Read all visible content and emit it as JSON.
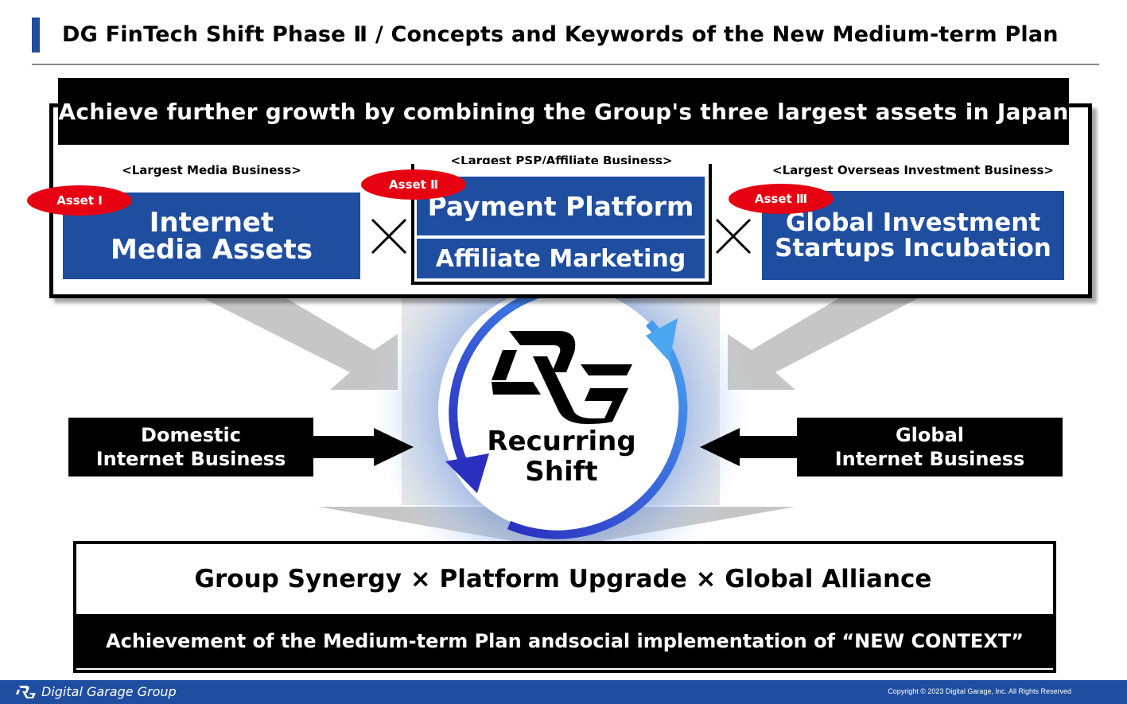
{
  "header": {
    "title": "DG FinTech Shift Phase Ⅱ / Concepts and Keywords of the New Medium-term Plan"
  },
  "top_section": {
    "banner": "Achieve further growth by combining the Group's three largest assets in Japan",
    "assets": [
      {
        "badge": "Asset Ⅰ",
        "category": "<Largest Media Business>",
        "line1": "Internet",
        "line2": "Media Assets"
      },
      {
        "badge": "Asset Ⅱ",
        "category": "<Largest PSP/Affiliate Business>",
        "line1": "Payment Platform",
        "line2": "Affiliate Marketing"
      },
      {
        "badge": "Asset Ⅲ",
        "category": "<Largest Overseas Investment Business>",
        "line1": "Global Investment",
        "line2": "Startups Incubation"
      }
    ],
    "multiply_symbol": "×"
  },
  "center": {
    "logo_icon": "dg-logo-icon",
    "line1": "Recurring",
    "line2": "Shift",
    "colors": {
      "ring_dark": "#2b2fc0",
      "ring_light": "#4aa6f0",
      "glow": "#5f8de8"
    }
  },
  "side_boxes": {
    "left": {
      "line1": "Domestic",
      "line2": "Internet Business"
    },
    "right": {
      "line1": "Global",
      "line2": "Internet Business"
    }
  },
  "bottom_section": {
    "keywords": "Group Synergy × Platform Upgrade × Global Alliance",
    "achievement": "Achievement of the Medium-term Plan andsocial implementation of “NEW CONTEXT”"
  },
  "footer": {
    "brand": "Digital Garage Group",
    "copyright": "Copyright © 2023 Digital Garage, Inc. All Rights Reserved"
  },
  "colors": {
    "brand_blue": "#1f4ea1",
    "badge_red": "#e60012"
  }
}
